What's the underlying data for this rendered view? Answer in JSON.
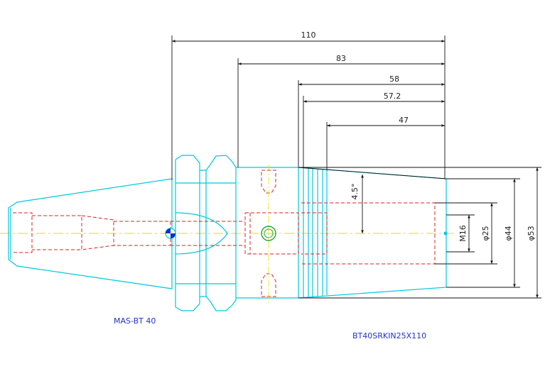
{
  "dimensions": {
    "len_110": "110",
    "len_83": "83",
    "len_58": "58",
    "len_57_2": "57.2",
    "len_47": "47",
    "angle": "4.5°",
    "thread": "M16",
    "dia_25": "φ25",
    "dia_44": "φ44",
    "dia_53": "φ53"
  },
  "labels": {
    "taper": "MAS-BT 40",
    "part_number": "BT40SRKIN25X110"
  },
  "colors": {
    "outline": "#00c8e0",
    "hidden": "#e02020",
    "center": "#e6e000",
    "dimension": "#111111",
    "label": "#2233cc",
    "ring": "#22aa22"
  }
}
